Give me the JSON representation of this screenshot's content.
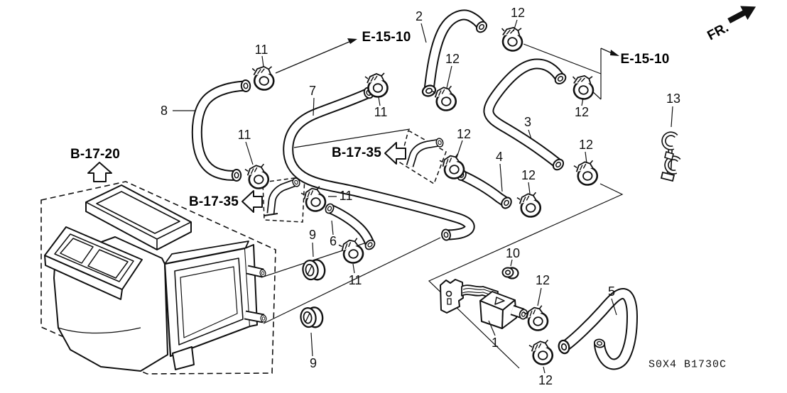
{
  "diagram": {
    "front_label": "FR.",
    "part_code": "S0X4 B1730C",
    "ref_labels": [
      {
        "text": "E-15-10"
      },
      {
        "text": "E-15-10"
      },
      {
        "text": "B-17-20"
      },
      {
        "text": "B-17-35"
      },
      {
        "text": "B-17-35"
      }
    ],
    "callouts": [
      {
        "text": "1"
      },
      {
        "text": "2"
      },
      {
        "text": "3"
      },
      {
        "text": "4"
      },
      {
        "text": "5"
      },
      {
        "text": "6"
      },
      {
        "text": "7"
      },
      {
        "text": "8"
      },
      {
        "text": "9"
      },
      {
        "text": "9"
      },
      {
        "text": "10"
      },
      {
        "text": "11"
      },
      {
        "text": "11"
      },
      {
        "text": "11"
      },
      {
        "text": "11"
      },
      {
        "text": "11"
      },
      {
        "text": "12"
      },
      {
        "text": "12"
      },
      {
        "text": "12"
      },
      {
        "text": "12"
      },
      {
        "text": "12"
      },
      {
        "text": "12"
      },
      {
        "text": "12"
      },
      {
        "text": "12"
      },
      {
        "text": "13"
      }
    ]
  }
}
